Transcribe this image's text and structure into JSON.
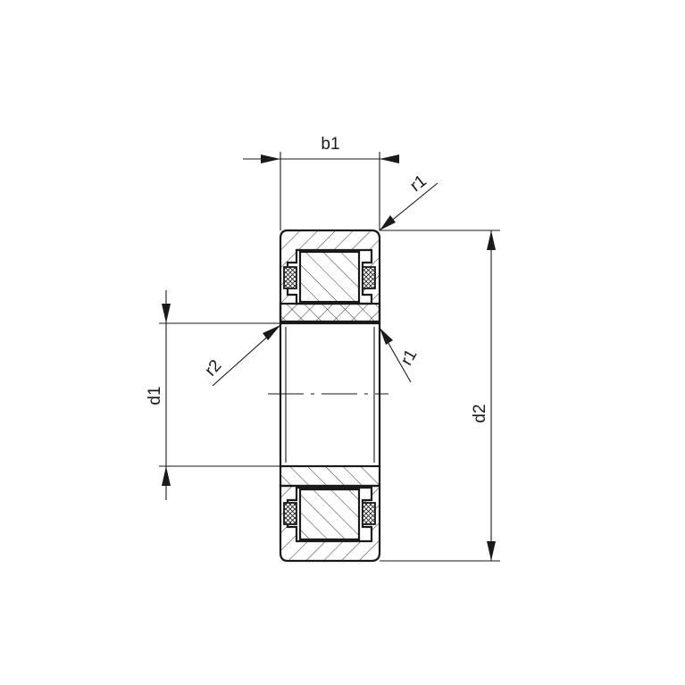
{
  "drawing": {
    "type": "bearing-cross-section",
    "labels": {
      "b1": "b1",
      "r1_top": "r1",
      "r1_inner": "r1",
      "r2": "r2",
      "d1": "d1",
      "d2": "d2"
    },
    "colors": {
      "line": "#1a1a1a",
      "background": "#ffffff"
    }
  }
}
